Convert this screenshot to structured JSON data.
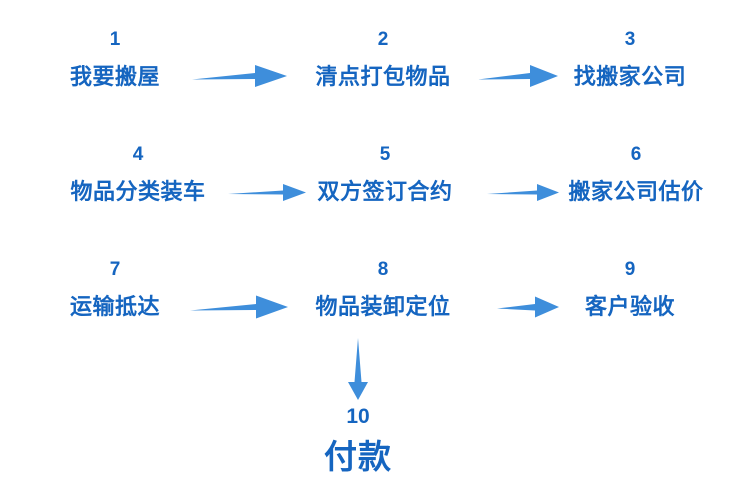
{
  "diagram": {
    "title_color": "#1565C0",
    "arrow_color": "#3E8EDB",
    "background": "#ffffff",
    "steps": [
      {
        "number": "1",
        "label": "我要搬屋"
      },
      {
        "number": "2",
        "label": "清点打包物品"
      },
      {
        "number": "3",
        "label": "找搬家公司"
      },
      {
        "number": "4",
        "label": "物品分类装车"
      },
      {
        "number": "5",
        "label": "双方签订合约"
      },
      {
        "number": "6",
        "label": "搬家公司估价"
      },
      {
        "number": "7",
        "label": "运输抵达"
      },
      {
        "number": "8",
        "label": "物品装卸定位"
      },
      {
        "number": "9",
        "label": "客户验收"
      },
      {
        "number": "10",
        "label": "付款"
      }
    ],
    "connectors": [
      {
        "name": "arrow-step1-to-step2",
        "direction": "right"
      },
      {
        "name": "arrow-step2-to-step3",
        "direction": "right"
      },
      {
        "name": "arrow-step4-to-step5",
        "direction": "right"
      },
      {
        "name": "arrow-step5-to-step6",
        "direction": "right"
      },
      {
        "name": "arrow-step7-to-step8",
        "direction": "right"
      },
      {
        "name": "arrow-step8-to-step9",
        "direction": "right"
      },
      {
        "name": "arrow-step8-to-step10",
        "direction": "down"
      }
    ]
  }
}
